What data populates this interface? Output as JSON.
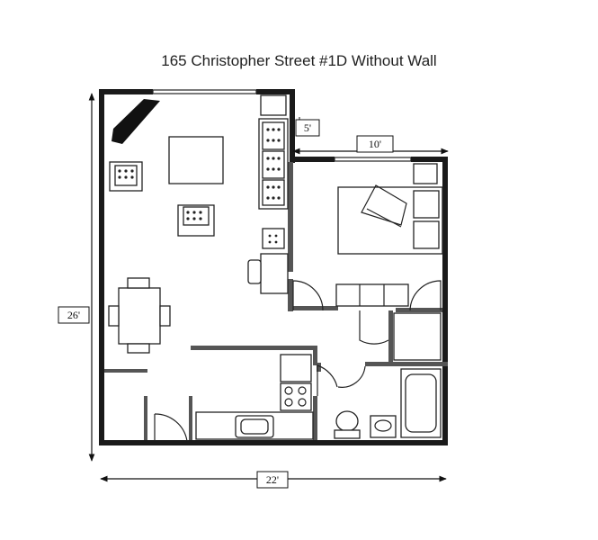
{
  "title": "165 Christopher Street #1D Without Wall",
  "dimensions": {
    "balcony": "5'",
    "bedroom_width": "10'",
    "total_depth": "26'",
    "total_width": "22'"
  }
}
